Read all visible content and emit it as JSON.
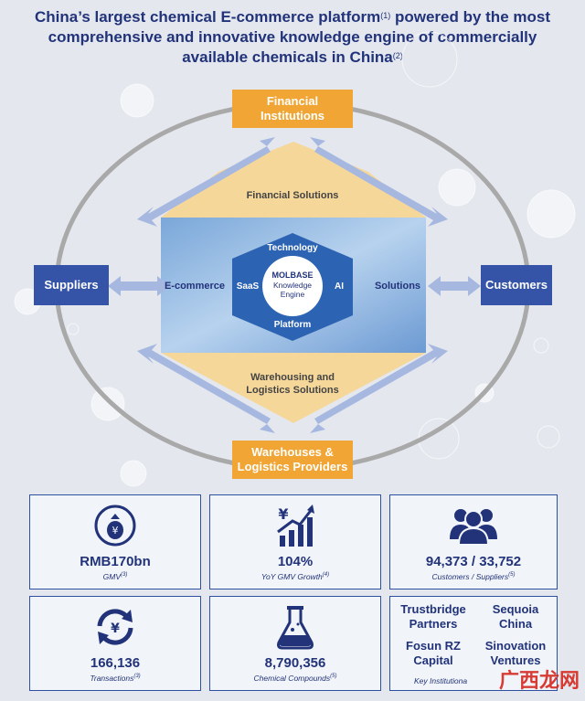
{
  "headline": {
    "line1": "China’s largest chemical E-commerce platform",
    "sup1": "(1)",
    "line1b": " powered by the most",
    "line2": "comprehensive and innovative knowledge engine of commercially",
    "line3": "available chemicals in China",
    "sup2": "(2)"
  },
  "nodes": {
    "financial": [
      "Financial",
      "Institutions"
    ],
    "suppliers": "Suppliers",
    "customers": "Customers",
    "warehouses": [
      "Warehouses &",
      "Logistics Providers"
    ]
  },
  "labels": {
    "financial_solutions": "Financial Solutions",
    "ecommerce": "E-commerce",
    "solutions": "Solutions",
    "warehousing": [
      "Warehousing and",
      "Logistics Solutions"
    ]
  },
  "hexagon": {
    "top": "Technology",
    "left": "SaaS",
    "right": "AI",
    "bottom": "Platform",
    "logo": "MOLBASE",
    "center": [
      "Knowledge",
      "Engine"
    ]
  },
  "stats": [
    {
      "value": "RMB170bn",
      "caption": "GMV",
      "sup": "(3)",
      "icon": "money-bag-icon"
    },
    {
      "value": "104%",
      "caption": "YoY GMV Growth",
      "sup": "(4)",
      "icon": "growth-chart-icon"
    },
    {
      "value": "94,373 / 33,752",
      "caption": "Customers / Suppliers",
      "sup": "(5)",
      "icon": "users-icon"
    },
    {
      "value": "166,136",
      "caption": "Transactions",
      "sup": "(3)",
      "icon": "exchange-icon"
    },
    {
      "value": "8,790,356",
      "caption": "Chemical Compounds",
      "sup": "(5)",
      "icon": "flask-icon"
    }
  ],
  "investors": {
    "names": [
      [
        "Trustbridge",
        "Partners"
      ],
      [
        "Sequoia",
        "China"
      ],
      [
        "Fosun RZ",
        "Capital"
      ],
      [
        "Sinovation",
        "Ventures"
      ]
    ],
    "caption": "Key Institutiona"
  },
  "watermark": "广西龙网",
  "colors": {
    "navy": "#22337a",
    "blue": "#3554a8",
    "orange": "#f0a534",
    "light_orange": "#f6d79a"
  }
}
